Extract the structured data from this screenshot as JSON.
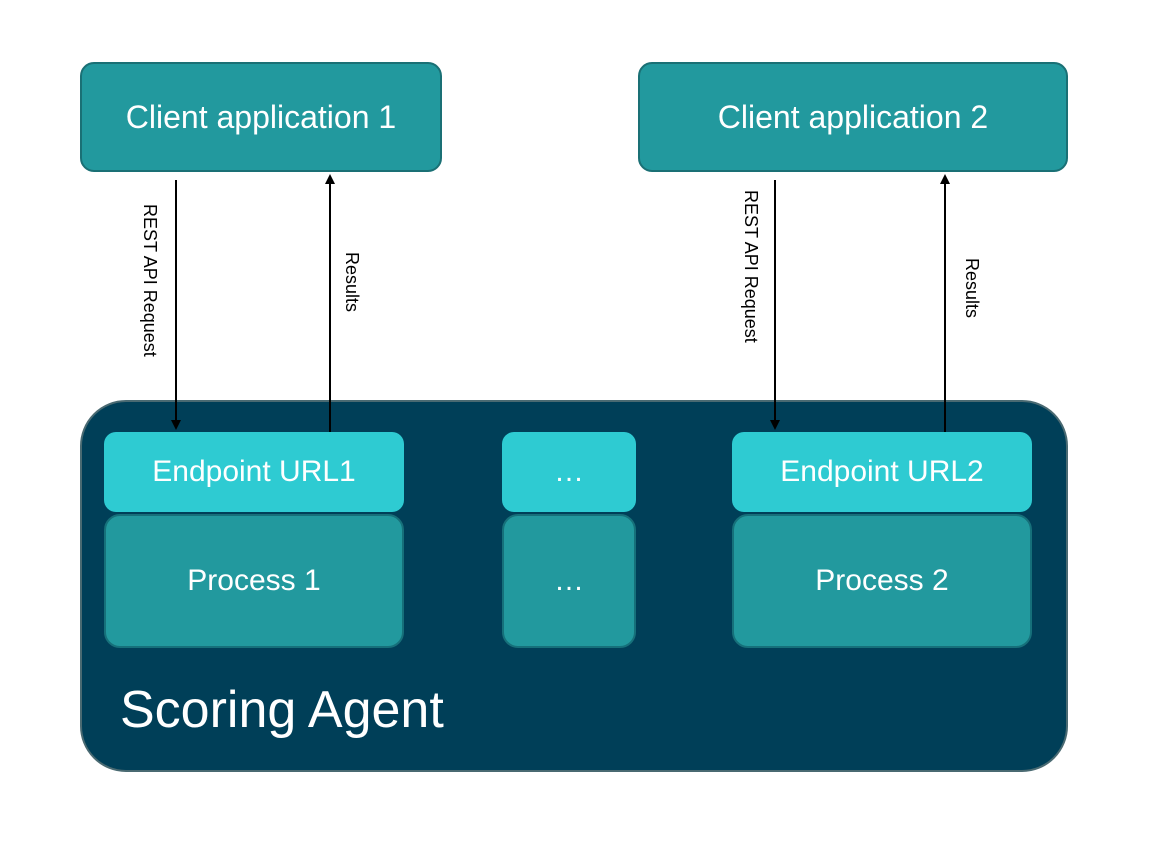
{
  "clients": [
    {
      "label": "Client application 1"
    },
    {
      "label": "Client application 2"
    }
  ],
  "agent": {
    "label": "Scoring Agent"
  },
  "endpoints": [
    {
      "label": "Endpoint URL1"
    },
    {
      "label": "…"
    },
    {
      "label": "Endpoint URL2"
    }
  ],
  "processes": [
    {
      "label": "Process 1"
    },
    {
      "label": "…"
    },
    {
      "label": "Process 2"
    }
  ],
  "arrows": {
    "request_label": "REST API Request",
    "results_label": "Results"
  },
  "colors": {
    "client_fill": "#22999e",
    "agent_fill": "#003f58",
    "endpoint_fill": "#2ecbd2",
    "process_fill": "#22999e",
    "arrow": "#000000"
  }
}
